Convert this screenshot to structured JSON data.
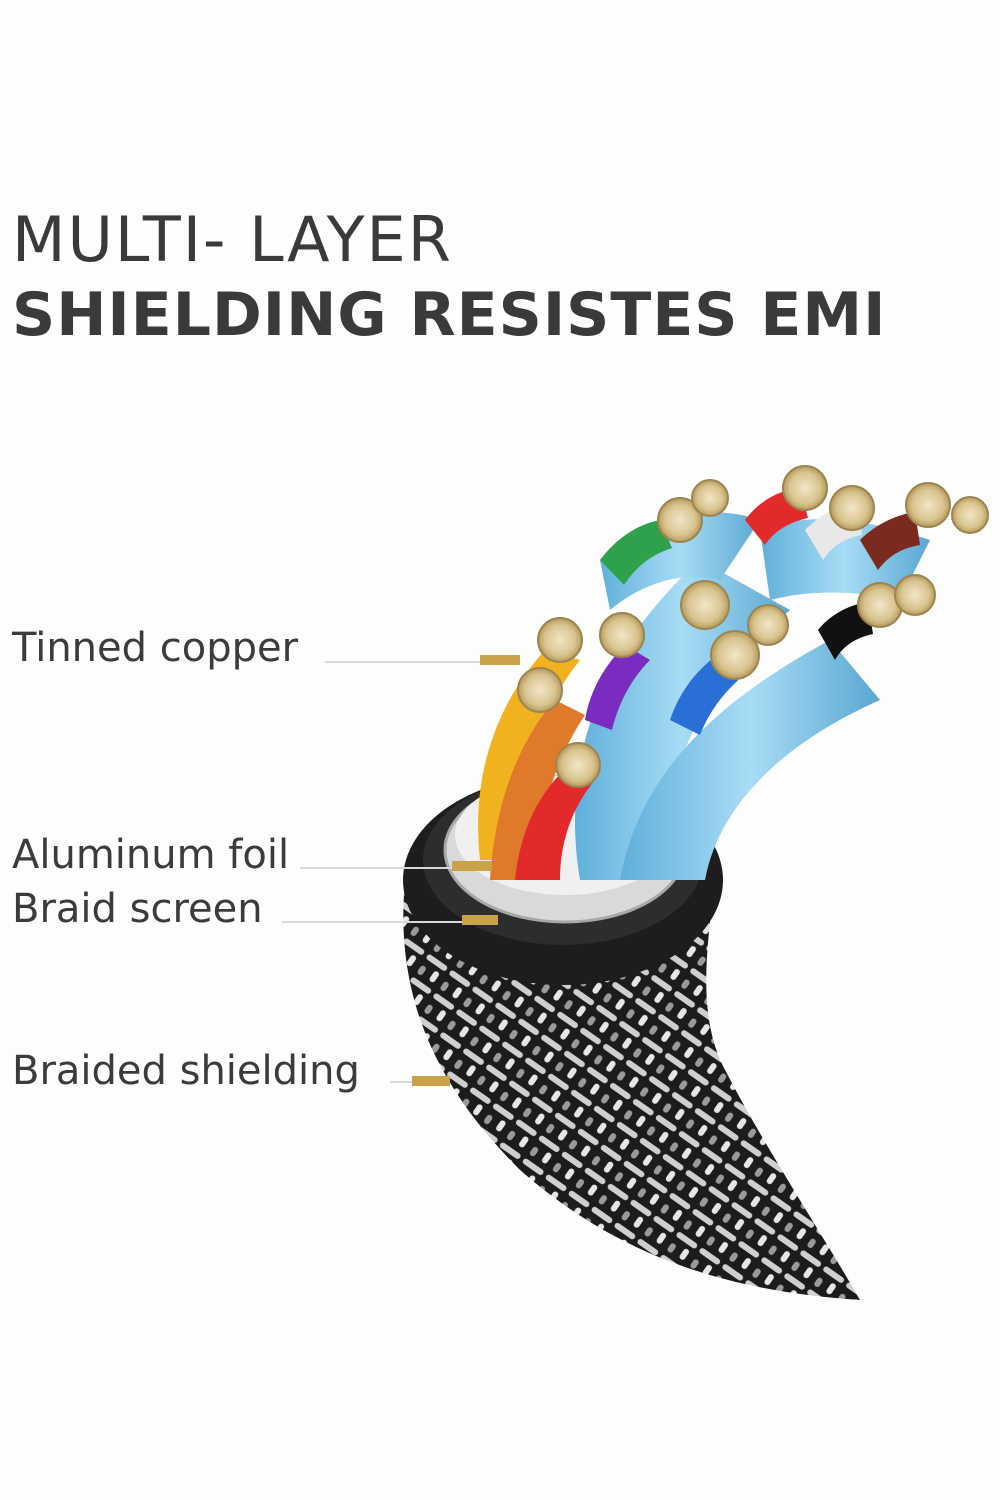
{
  "headline": {
    "line1": "MULTI- LAYER",
    "line2": "SHIELDING RESISTES EMI"
  },
  "labels": {
    "tinned_copper": "Tinned copper",
    "aluminum_foil": "Aluminum foil",
    "braid_screen": "Braid screen",
    "braided_shielding": "Braided shielding"
  },
  "colors": {
    "background": "#fdfdfd",
    "text": "#3b3b3b",
    "leader_gold": "#c9a24a",
    "jacket": "#2a2a2a",
    "inner_sleeve": "#7fc4e6",
    "wire_colors": [
      "#2fa14a",
      "#e22a2a",
      "#7a2a1f",
      "#f0b21e",
      "#e07a2a",
      "#7b2cc0",
      "#2a6fd6",
      "#111111",
      "#e8e8e8"
    ]
  }
}
